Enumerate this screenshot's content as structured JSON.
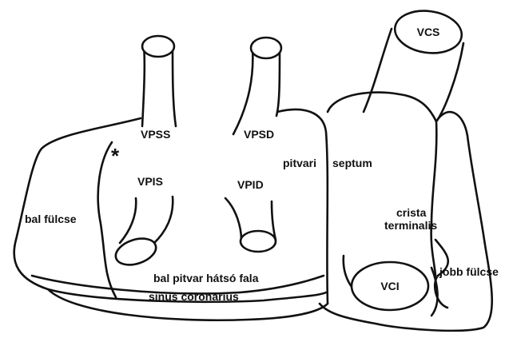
{
  "labels": {
    "vcs": "VCS",
    "vpss": "VPSS",
    "vpsd": "VPSD",
    "vpis": "VPIS",
    "vpid": "VPID",
    "asterisk": "*",
    "pitvari": "pitvari",
    "septum": "septum",
    "bal_fulcse": "bal fülcse",
    "crista": "crista",
    "terminalis": "terminalis",
    "vci": "VCI",
    "jobb_fulcse": "jobb fülcse",
    "hatso_fala": "bal pitvar hátsó fala",
    "sinus": "sinus coronarius"
  }
}
